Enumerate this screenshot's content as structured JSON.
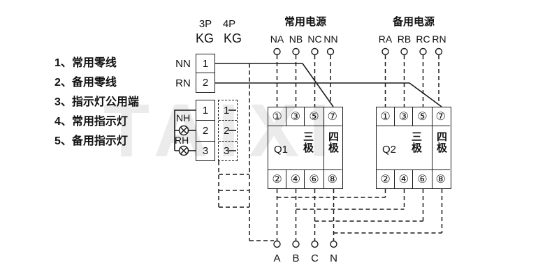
{
  "watermark": "TAIXI",
  "legend": {
    "item1": "1、常用零线",
    "item2": "2、备用零线",
    "item3": "3、指示灯公用端",
    "item4": "4、常用指示灯",
    "item5": "5、备用指示灯"
  },
  "kg_panel": {
    "col_3p": "3P",
    "col_4p": "4P",
    "kg_3p": "KG",
    "kg_4p": "KG",
    "nn": "NN",
    "rn": "RN",
    "nh": "NH",
    "rh": "RH",
    "neutral_block_rows": [
      "1",
      "2"
    ],
    "lamp_block_3p_rows": [
      "1",
      "2",
      "3"
    ],
    "lamp_block_4p_rows": [
      "1",
      "2",
      "3"
    ]
  },
  "normal_supply": {
    "title": "常用电源",
    "terminals": [
      "NA",
      "NB",
      "NC",
      "NN"
    ]
  },
  "backup_supply": {
    "title": "备用电源",
    "terminals": [
      "RA",
      "RB",
      "RC",
      "RN"
    ]
  },
  "q1": {
    "name": "Q1",
    "top_terminals": [
      "①",
      "③",
      "⑤",
      "⑦"
    ],
    "bottom_terminals": [
      "②",
      "④",
      "⑥",
      "⑧"
    ],
    "pole3": "三极",
    "pole4": "四极"
  },
  "q2": {
    "name": "Q2",
    "top_terminals": [
      "①",
      "③",
      "⑤",
      "⑦"
    ],
    "bottom_terminals": [
      "②",
      "④",
      "⑥",
      "⑧"
    ],
    "pole3": "三极",
    "pole4": "四极"
  },
  "outputs": {
    "terminals": [
      "A",
      "B",
      "C",
      "N"
    ]
  }
}
